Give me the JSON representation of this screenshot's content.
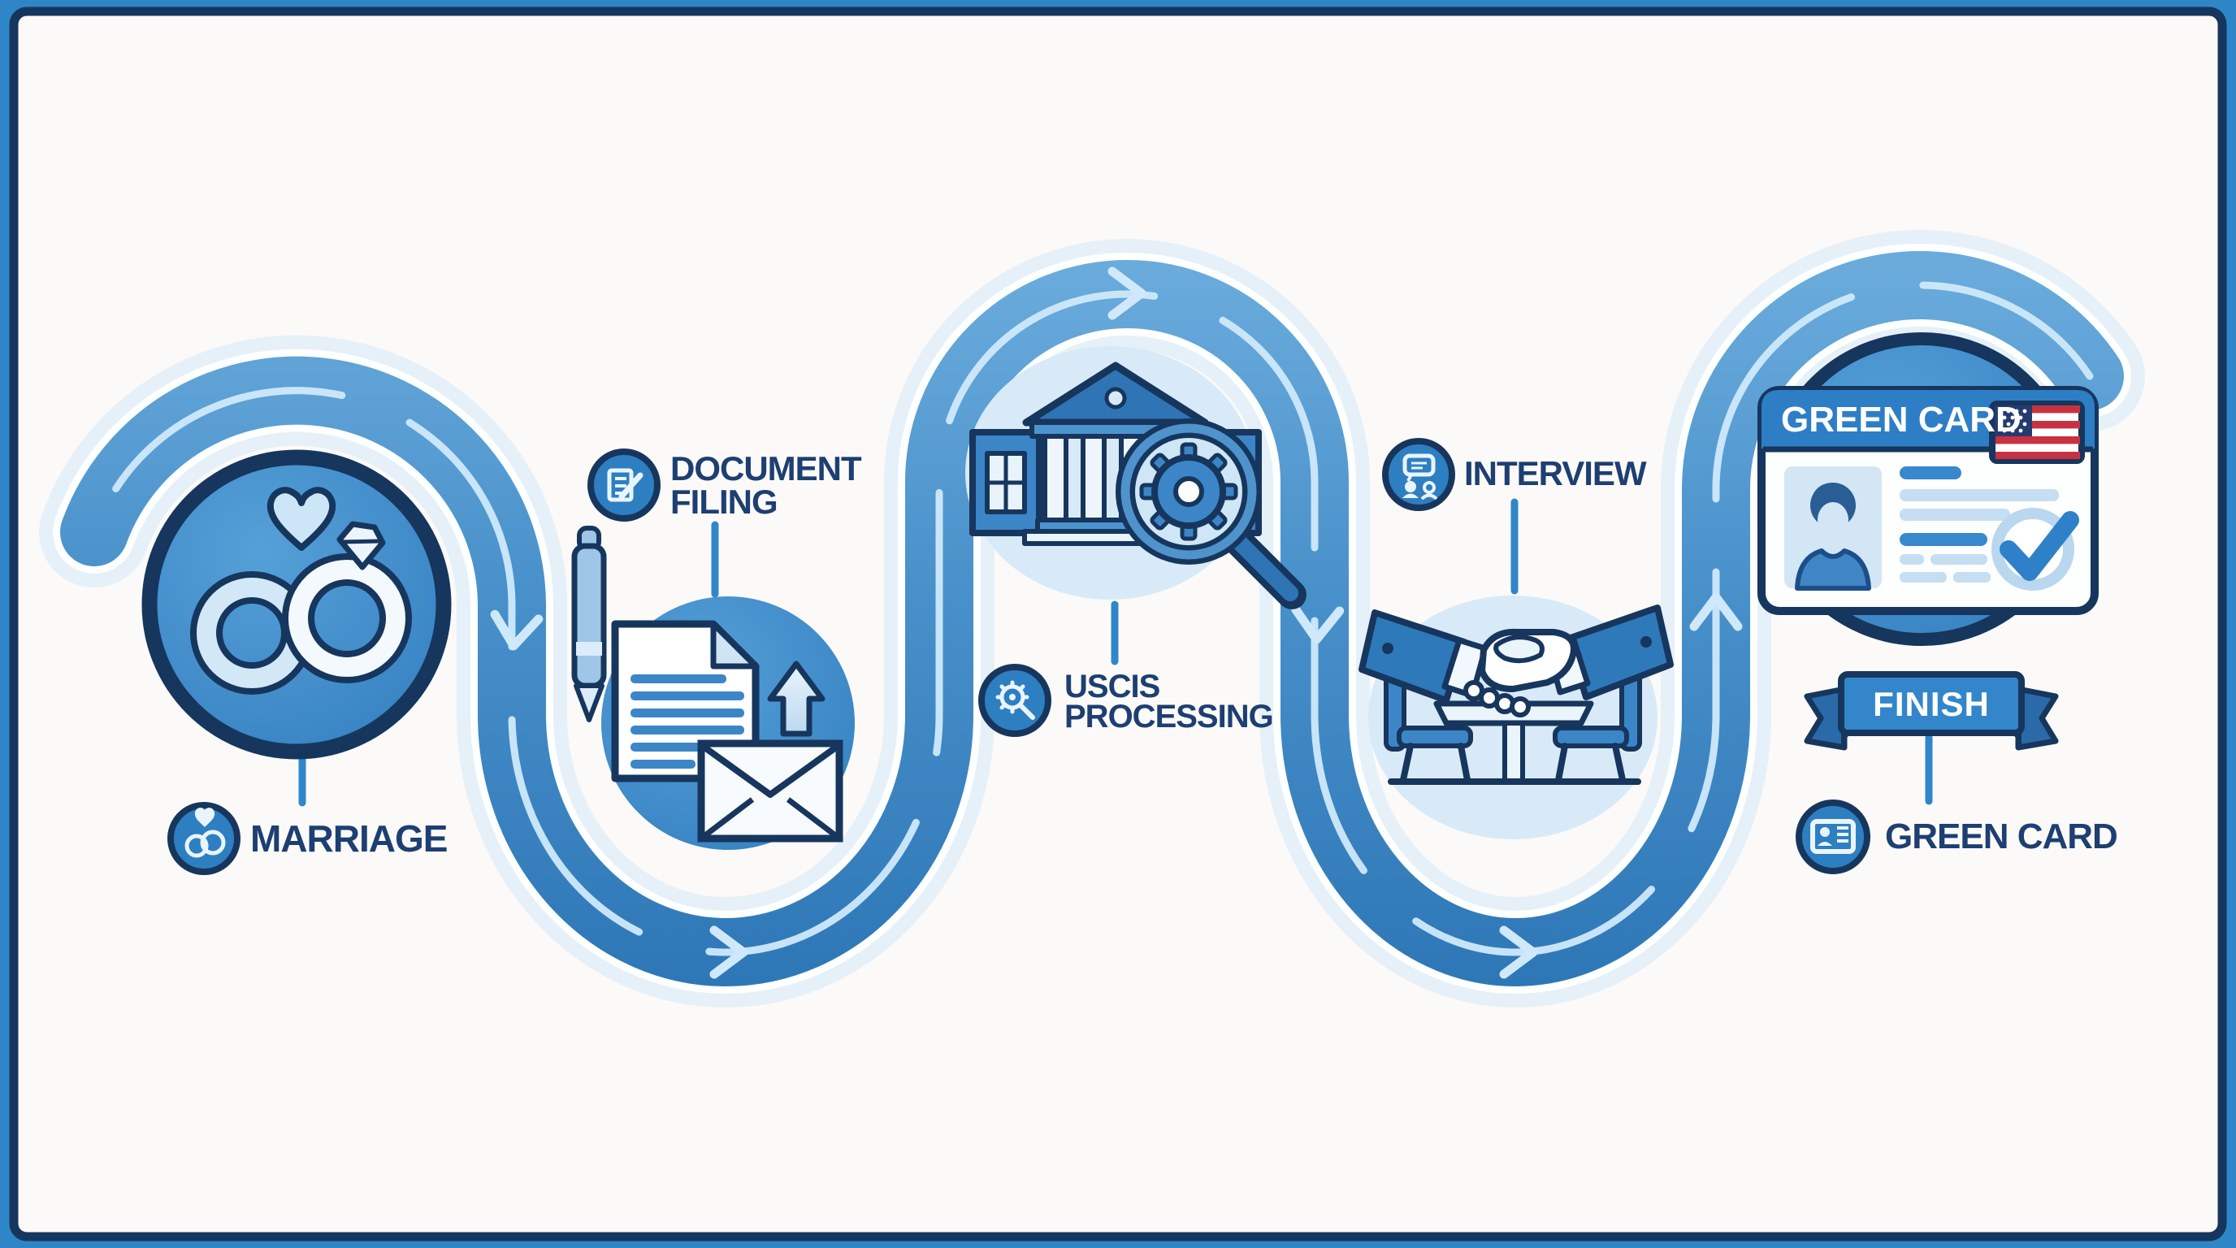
{
  "diagram": {
    "subject": "marriage-to-green-card process flow",
    "colors": {
      "accent_blue": "#2e86c8",
      "navy_outline": "#17365d",
      "label_navy": "#1d3f72",
      "band_light": "#6aabdc",
      "band_dark": "#2d76b6",
      "stripe": "#cfe9fb",
      "light_circle": "#d8eaf7",
      "flag_red": "#c83240",
      "background": "#fbfaf8"
    }
  },
  "steps": [
    {
      "id": "marriage",
      "label": "MARRIAGE",
      "badge_icon": "rings-heart-icon",
      "main_icon": "wedding-rings-icon"
    },
    {
      "id": "document-filing",
      "line1": "DOCUMENT",
      "line2": "FILING",
      "badge_icon": "document-pencil-icon",
      "main_icon": "paper-pen-envelope-icon"
    },
    {
      "id": "uscis-processing",
      "line1": "USCIS",
      "line2": "PROCESSING",
      "badge_icon": "gear-magnifier-icon",
      "main_icon": "government-building-icon"
    },
    {
      "id": "interview",
      "label": "INTERVIEW",
      "badge_icon": "chat-people-icon",
      "main_icon": "handshake-icon"
    },
    {
      "id": "green-card",
      "label": "GREEN CARD",
      "badge_icon": "id-card-icon",
      "main_icon": "green-card-document-icon"
    }
  ],
  "green_card_document": {
    "title": "GREEN CARD",
    "banner": "FINISH"
  }
}
